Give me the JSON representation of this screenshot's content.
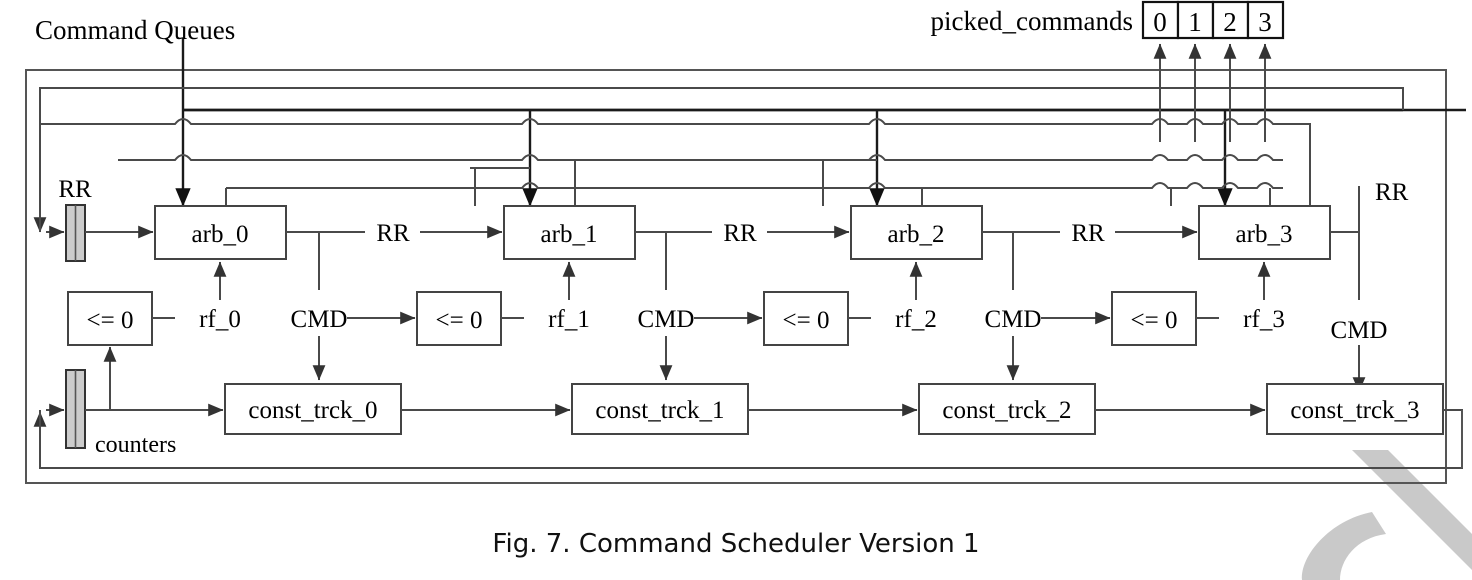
{
  "figure": {
    "caption": "Fig. 7.  Command Scheduler Version 1",
    "top_left_label": "Command Queues",
    "picked_commands_label": "picked_commands"
  },
  "picked_commands": {
    "cells": [
      "0",
      "1",
      "2",
      "3"
    ]
  },
  "registers": [
    {
      "name": "rr-register",
      "label": "RR"
    },
    {
      "name": "counters-register",
      "label": "counters"
    }
  ],
  "arbiters": [
    {
      "label": "arb_0"
    },
    {
      "label": "arb_1"
    },
    {
      "label": "arb_2"
    },
    {
      "label": "arb_3"
    }
  ],
  "comparators": [
    {
      "label": "<= 0"
    },
    {
      "label": "<= 0"
    },
    {
      "label": "<= 0"
    },
    {
      "label": "<= 0"
    }
  ],
  "rf_labels": [
    "rf_0",
    "rf_1",
    "rf_2",
    "rf_3"
  ],
  "trackers": [
    {
      "label": "const_trck_0"
    },
    {
      "label": "const_trck_1"
    },
    {
      "label": "const_trck_2"
    },
    {
      "label": "const_trck_3"
    }
  ],
  "rr_link_labels": [
    "RR",
    "RR",
    "RR",
    "RR"
  ],
  "cmd_labels": [
    "CMD",
    "CMD",
    "CMD",
    "CMD"
  ],
  "rr_out_label": "RR",
  "colors": {
    "wire": "#4a4a4a",
    "frame": "#555555",
    "box_stroke": "#444444",
    "register_fill": "#cccccc",
    "text": "#000000",
    "watermark": "#c9c9c9",
    "background": "#ffffff"
  }
}
